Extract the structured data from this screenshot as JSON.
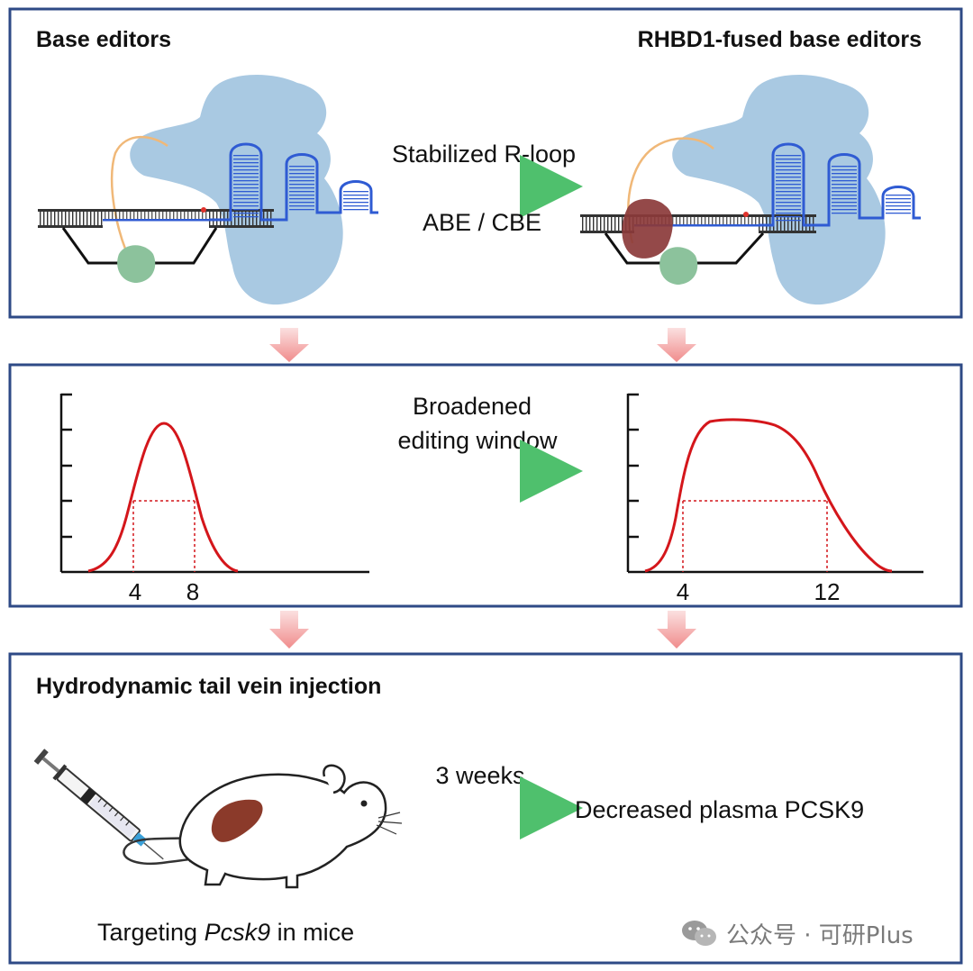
{
  "panel1": {
    "left_title": "Base editors",
    "right_title": "RHBD1-fused base editors",
    "arrow_top_label": "Stabilized R-loop",
    "arrow_bottom_label": "ABE / CBE"
  },
  "panel2": {
    "arrow_label_line1": "Broadened",
    "arrow_label_line2": "editing window",
    "left_chart": {
      "type": "line",
      "x_ticks": [
        "4",
        "8"
      ]
    },
    "right_chart": {
      "type": "line",
      "x_ticks": [
        "4",
        "12"
      ]
    }
  },
  "panel3": {
    "title": "Hydrodynamic tail vein injection",
    "arrow_label": "3 weeks",
    "outcome": "Decreased plasma PCSK9",
    "caption_prefix": "Targeting ",
    "caption_italic": "Pcsk9",
    "caption_suffix": " in mice"
  },
  "watermark": {
    "text": "公众号 · 可研Plus"
  },
  "colors": {
    "panel_border": "#2e4a86",
    "curve": "#d4161b",
    "cas_protein": "#a9c9e2",
    "rna": "#2f5bd3",
    "deaminase": "#8cc29c",
    "rhbd1": "#8b3a3a",
    "green_arrow": "#5cc67a",
    "pink_arrow": "#f4a3a3"
  }
}
